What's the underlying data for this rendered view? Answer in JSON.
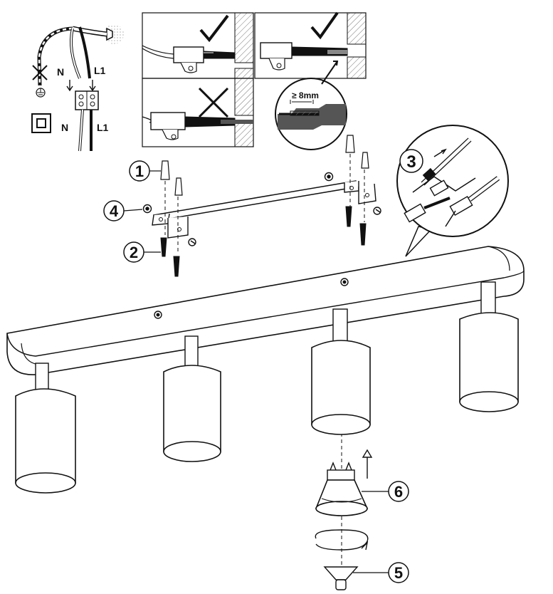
{
  "wiring": {
    "neutral_label_top": "N",
    "live_label_top": "L1",
    "neutral_label_bottom": "N",
    "live_label_bottom": "L1"
  },
  "strip_length": "≥ 8mm",
  "steps": [
    {
      "number": "1"
    },
    {
      "number": "2"
    },
    {
      "number": "3"
    },
    {
      "number": "4"
    },
    {
      "number": "5"
    },
    {
      "number": "6"
    }
  ],
  "icons": {
    "check": "check-icon",
    "cross": "cross-icon",
    "double_insulation": "double-insulation-icon",
    "earth": "earth-crossed-icon"
  }
}
